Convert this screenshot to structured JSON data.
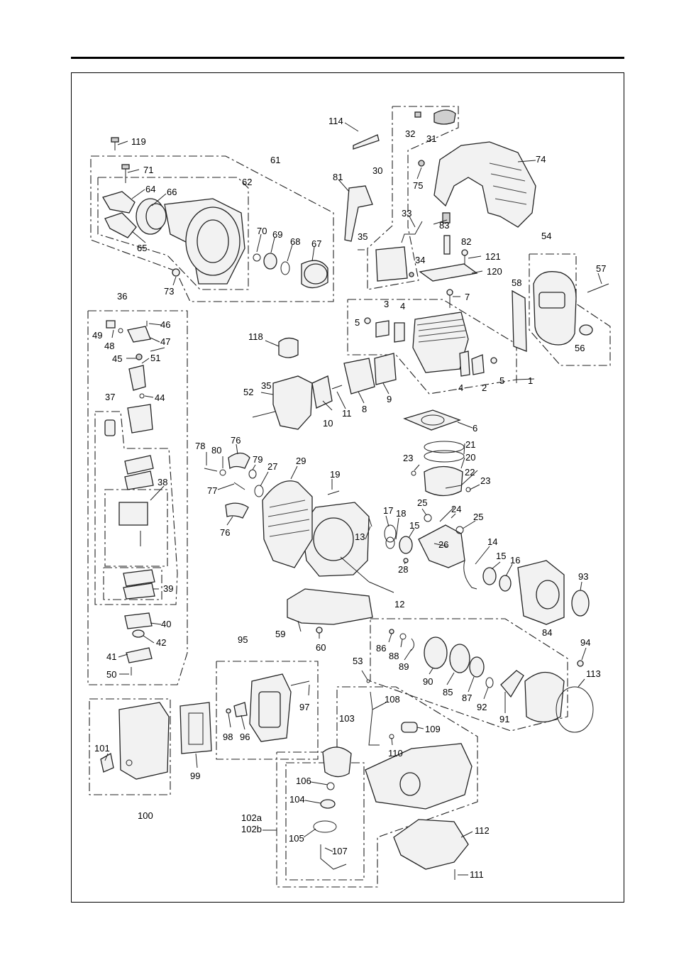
{
  "labels": {
    "l114": "114",
    "l32": "32",
    "l31": "31",
    "l119": "119",
    "l61": "61",
    "l30": "30",
    "l74": "74",
    "l71": "71",
    "l62": "62",
    "l81": "81",
    "l64": "64",
    "l66": "66",
    "l75": "75",
    "l33": "33",
    "l83": "83",
    "l65": "65",
    "l70": "70",
    "l69": "69",
    "l68": "68",
    "l67": "67",
    "l35a": "35",
    "l82": "82",
    "l54": "54",
    "l121": "121",
    "l34": "34",
    "l57": "57",
    "l120": "120",
    "l73": "73",
    "l58": "58",
    "l7": "7",
    "l36": "36",
    "l3": "3",
    "l4a": "4",
    "l5a": "5",
    "l46": "46",
    "l49": "49",
    "l48": "48",
    "l47": "47",
    "l118": "118",
    "l56": "56",
    "l45": "45",
    "l51": "51",
    "l35b": "35",
    "l4b": "4",
    "l2": "2",
    "l5b": "5",
    "l1": "1",
    "l44": "44",
    "l52": "52",
    "l8": "8",
    "l9": "9",
    "l11": "11",
    "l10": "10",
    "l37": "37",
    "l6": "6",
    "l76a": "76",
    "l78": "78",
    "l80": "80",
    "l79": "79",
    "l27": "27",
    "l29": "29",
    "l21": "21",
    "l20": "20",
    "l23a": "23",
    "l38": "38",
    "l19": "19",
    "l22": "22",
    "l23b": "23",
    "l77": "77",
    "l25a": "25",
    "l17": "17",
    "l18": "18",
    "l24": "24",
    "l25b": "25",
    "l15a": "15",
    "l14": "14",
    "l13": "13",
    "l26": "26",
    "l15b": "15",
    "l16": "16",
    "l76b": "76",
    "l28": "28",
    "l39": "39",
    "l93": "93",
    "l12": "12",
    "l40": "40",
    "l59": "59",
    "l84": "84",
    "l42": "42",
    "l60": "60",
    "l86": "86",
    "l88": "88",
    "l89": "89",
    "l94": "94",
    "l41": "41",
    "l95": "95",
    "l50": "50",
    "l53": "53",
    "l113": "113",
    "l90": "90",
    "l85": "85",
    "l87": "87",
    "l92": "92",
    "l97": "97",
    "l108": "108",
    "l91": "91",
    "l103": "103",
    "l109": "109",
    "l98": "98",
    "l96": "96",
    "l110": "110",
    "l101": "101",
    "l99": "99",
    "l106": "106",
    "l104": "104",
    "l100": "100",
    "l102a": "102a",
    "l102b": "102b",
    "l112": "112",
    "l105": "105",
    "l107": "107",
    "l111": "111"
  }
}
